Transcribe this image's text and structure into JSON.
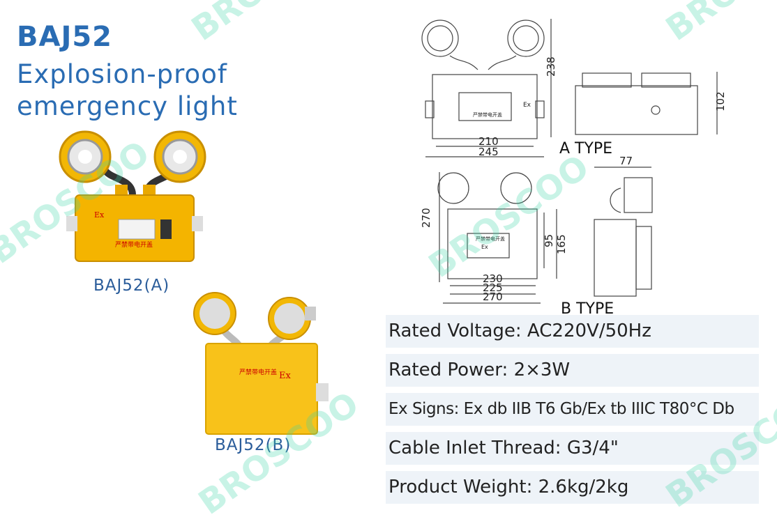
{
  "header": {
    "model": "BAJ52",
    "title_line1": "Explosion-proof",
    "title_line2": "emergency light"
  },
  "products": [
    {
      "caption": "BAJ52(A)"
    },
    {
      "caption": "BAJ52(B)"
    }
  ],
  "drawings": {
    "type_a": {
      "label": "A TYPE",
      "dims": {
        "height": "238",
        "inner_width": "210",
        "outer_width": "245",
        "side_height": "102"
      },
      "panel_text": "严禁带电开盖",
      "ex_mark": "Ex"
    },
    "type_b": {
      "label": "B TYPE",
      "dims": {
        "height": "270",
        "inner_height": "95",
        "outer_height": "165",
        "width_1": "230",
        "width_2": "225",
        "width_3": "270",
        "depth": "77"
      },
      "panel_text": "严禁带电开盖",
      "ex_mark": "Ex"
    }
  },
  "specs": [
    "Rated Voltage: AC220V/50Hz",
    "Rated Power: 2×3W",
    "Ex Signs: Ex db IIB T6 Gb/Ex tb IIIC T80°C Db",
    "Cable Inlet Thread: G3/4\"",
    "Product Weight: 2.6kg/2kg"
  ],
  "watermark": "BROSCOO",
  "colors": {
    "brand_blue": "#2a6cb3",
    "housing_yellow": "#f2b705",
    "spec_bg": "#eef3f8",
    "watermark": "#3dd6a8"
  }
}
